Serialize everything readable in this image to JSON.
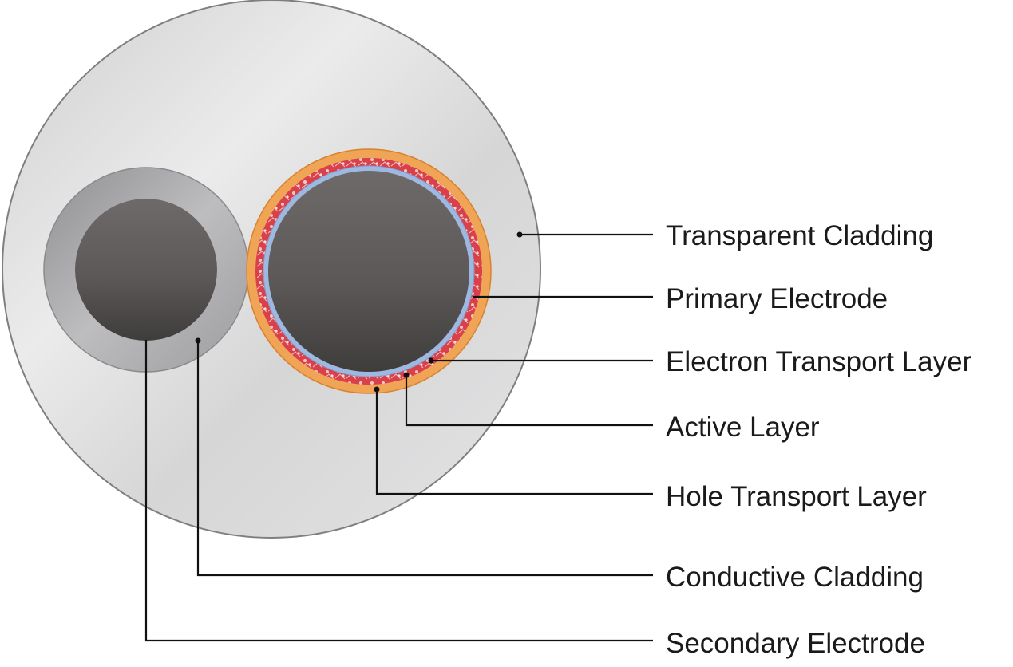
{
  "labels": {
    "transparent_cladding": "Transparent Cladding",
    "primary_electrode": "Primary Electrode",
    "electron_transport_layer": "Electron Transport Layer",
    "active_layer": "Active Layer",
    "hole_transport_layer": "Hole Transport Layer",
    "conductive_cladding": "Conductive Cladding",
    "secondary_electrode": "Secondary Electrode"
  },
  "colors": {
    "transparent_cladding": "#d9d9da",
    "conductive_cladding": "#a9a9ab",
    "electrode": "#5f5b5b",
    "hole_transport_layer": "#f0a456",
    "active_layer": "#d9404a",
    "electron_transport_layer": "#9fb8df",
    "leader_line": "#111111"
  }
}
